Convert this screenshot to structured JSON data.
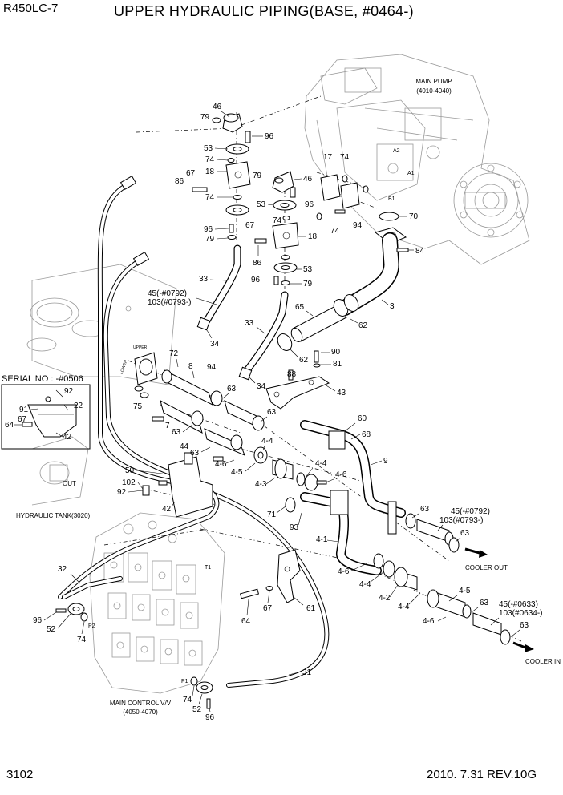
{
  "header": {
    "model": "R450LC-7",
    "title": "UPPER HYDRAULIC PIPING(BASE, #0464-)"
  },
  "footer": {
    "page_number": "3102",
    "revision": "2010. 7.31  REV.10G"
  },
  "components": {
    "main_pump": "MAIN PUMP",
    "main_pump_range": "(4010-4040)",
    "hydraulic_tank": "HYDRAULIC TANK(3020)",
    "main_control": "MAIN CONTROL V/V",
    "main_control_range": "(4050-4070)",
    "serial_no": "SERIAL NO : -#0506",
    "cooler_out": "COOLER OUT",
    "cooler_in": "COOLER IN",
    "out": "OUT",
    "lower": "LOWER",
    "upper": "UPPER"
  },
  "ports": {
    "a1": "A1",
    "a2": "A2",
    "b1": "B1",
    "p1": "P1",
    "p2": "P2",
    "t1": "T1"
  },
  "callouts": [
    "46",
    "79",
    "96",
    "53",
    "74",
    "18",
    "67",
    "86",
    "79",
    "46",
    "74",
    "17",
    "74",
    "53",
    "96",
    "94",
    "70",
    "96",
    "79",
    "67",
    "74",
    "18",
    "74",
    "86",
    "84",
    "53",
    "33",
    "96",
    "79",
    "45(-#0792)",
    "103(#0793-)",
    "65",
    "3",
    "62",
    "34",
    "33",
    "90",
    "72",
    "8",
    "94",
    "62",
    "81",
    "88",
    "43",
    "34",
    "75",
    "63",
    "63",
    "60",
    "7",
    "63",
    "68",
    "9",
    "63",
    "44",
    "4-4",
    "4-6",
    "4-5",
    "4-4",
    "50",
    "102",
    "4-3",
    "4-6",
    "92",
    "42",
    "71",
    "93",
    "63",
    "45(-#0792)",
    "103(#0793-)",
    "63",
    "4-1",
    "32",
    "4-6",
    "4-4",
    "64",
    "67",
    "61",
    "4-2",
    "4-4",
    "4-5",
    "63",
    "45(-#0633)",
    "103(#0634-)",
    "4-6",
    "63",
    "96",
    "52",
    "74",
    "31",
    "74",
    "52",
    "96",
    "92",
    "22",
    "91",
    "67",
    "64",
    "42"
  ]
}
